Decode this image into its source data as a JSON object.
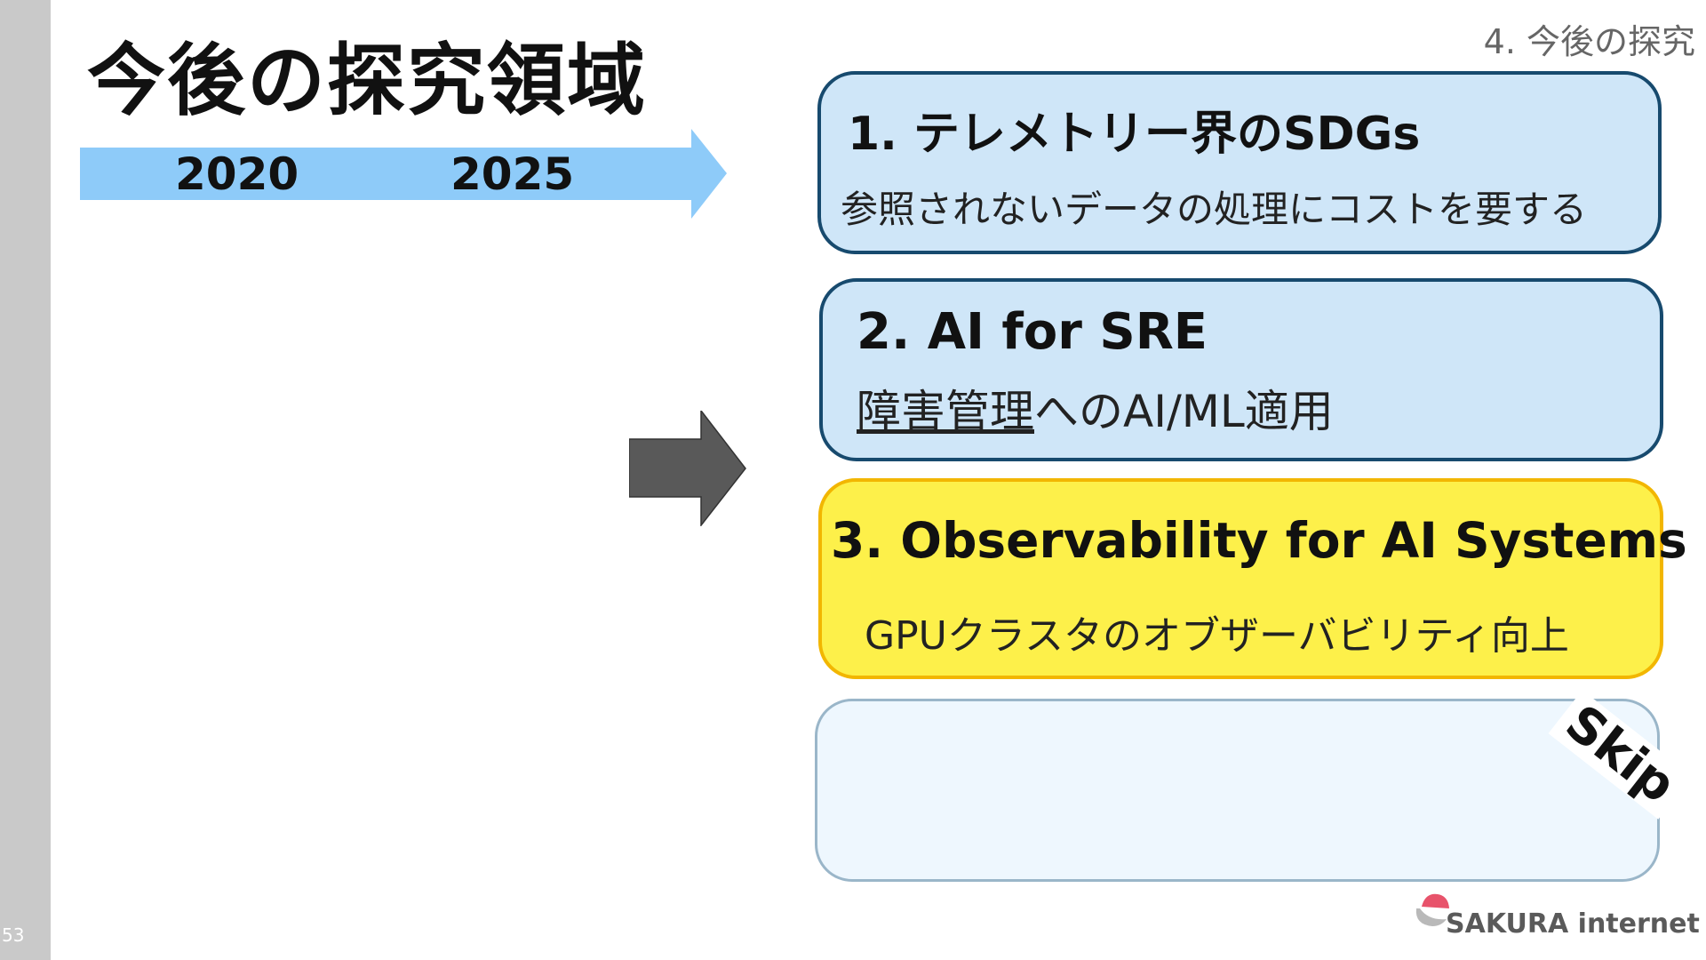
{
  "slide": {
    "page_number": "53",
    "title": "今後の探究領域",
    "section_label": "4. 今後の探究"
  },
  "timeline": {
    "year_start": "2020",
    "year_end": "2025"
  },
  "cards": [
    {
      "title": "1. テレメトリー界のSDGs",
      "description": "参照されないデータの処理にコストを要する"
    },
    {
      "title": "2. AI for SRE",
      "description_underlined": "障害管理",
      "description_rest": "へのAI/ML適用"
    },
    {
      "title": "3. Observability for AI Systems",
      "description": "GPUクラスタのオブザーバビリティ向上"
    }
  ],
  "skip_label": "Skip",
  "logo": {
    "text": "SAKURA internet"
  },
  "colors": {
    "sidebar": "#c9c9c9",
    "timeline_arrow": "#8ecbf9",
    "big_arrow": "#595959",
    "card_blue_fill": "#cfe6f8",
    "card_blue_border": "#174a6e",
    "card_yellow_fill": "#fdf04a",
    "card_yellow_border": "#f2b600",
    "card_empty_fill": "#eef7fe",
    "logo_pink": "#e8536b"
  }
}
